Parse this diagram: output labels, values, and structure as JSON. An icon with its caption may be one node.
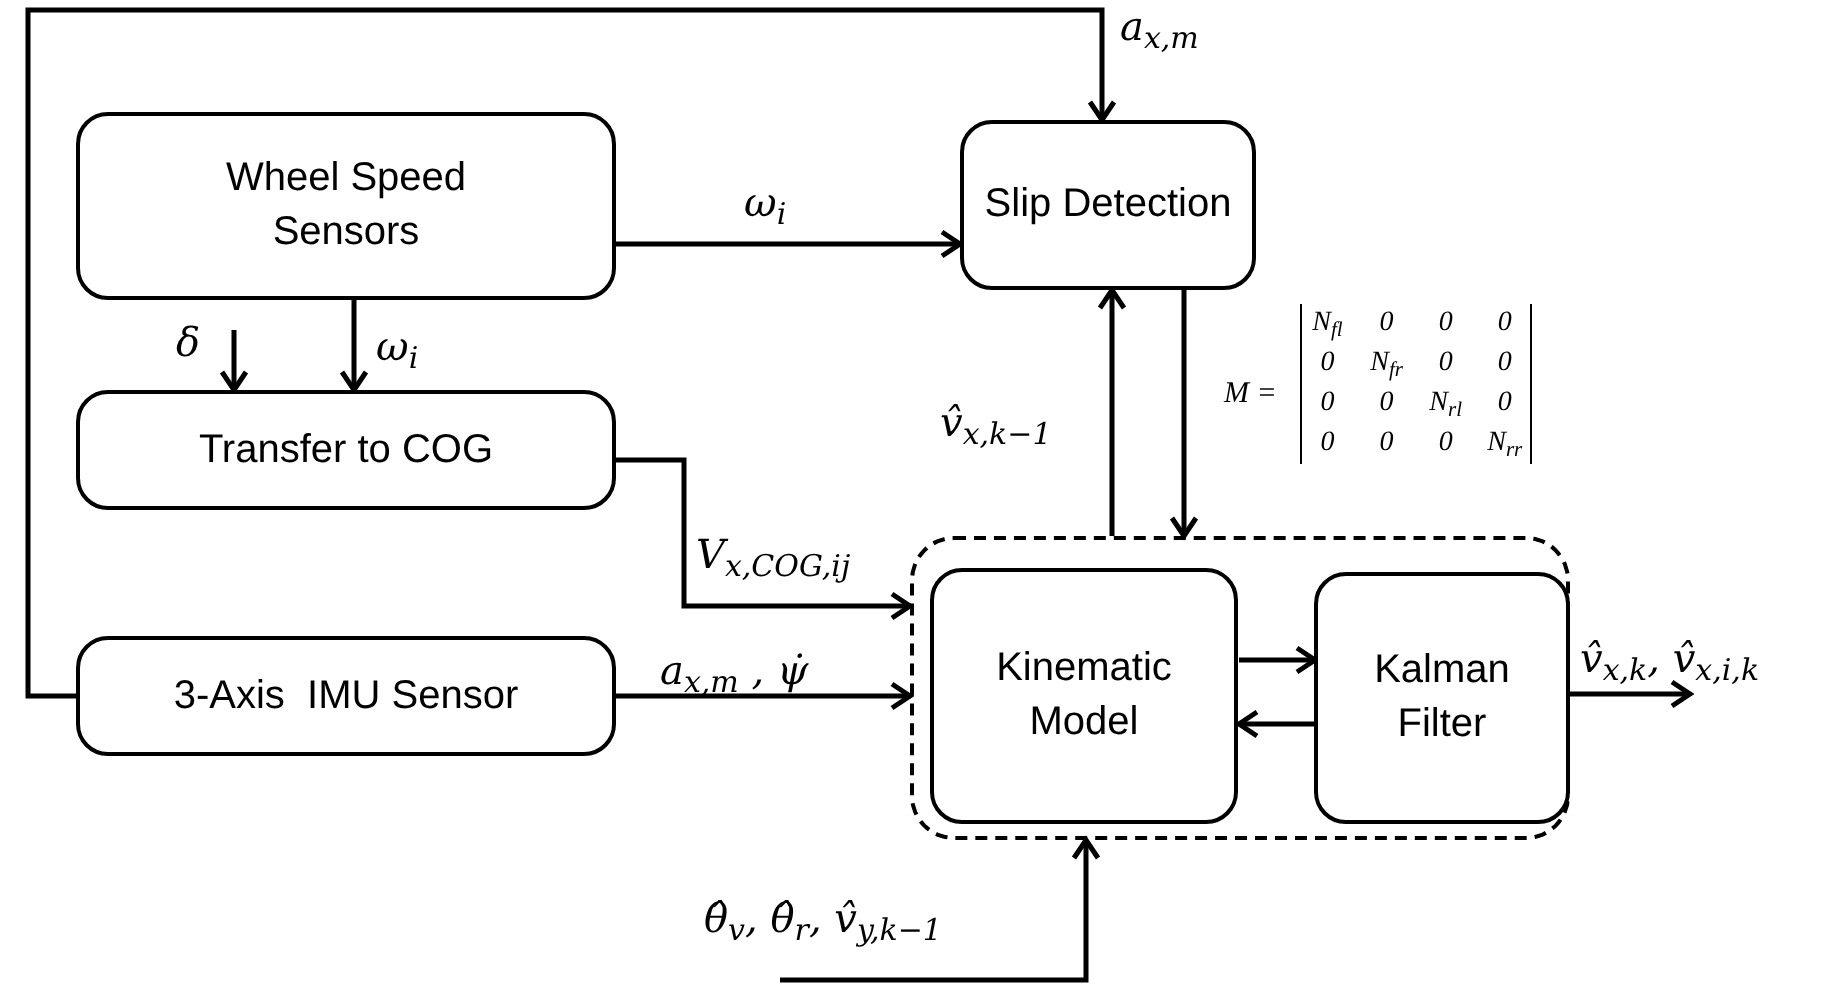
{
  "diagram": {
    "nodes": [
      {
        "text": [
          "Wheel Speed Sensors"
        ]
      },
      {
        "text": [
          "Slip Detection"
        ]
      },
      {
        "text": [
          "Transfer to COG"
        ]
      },
      {
        "text": [
          "3-Axis  IMU Sensor"
        ]
      },
      {
        "text": [],
        "shape": "box"
      },
      {
        "text": [
          "Kinematic Model"
        ],
        "in": 4
      },
      {
        "text": [
          "Kalman Filter"
        ],
        "in": 4
      }
    ],
    "edges": [
      {
        "from": 0,
        "to": 1,
        "arrow": "to",
        "label": "ω$_{i}$"
      },
      {
        "from": 0,
        "to": 2,
        "arrow": "to",
        "label": "ω$_{i}$"
      },
      {
        "from": null,
        "to": 2,
        "arrow": "to",
        "label": "δ"
      },
      {
        "from": 3,
        "to": 1,
        "arrow": "to",
        "label": "a$_{x,m}$"
      },
      {
        "from": 2,
        "to": 4,
        "arrow": "to",
        "label": "V$_{x,COG,ij}$"
      },
      {
        "from": 3,
        "to": 4,
        "arrow": "to",
        "label": "a$_{x,m}$ , ψ̇"
      },
      {
        "from": 4,
        "to": 1,
        "arrow": "to",
        "label": "v̂$_{x,k−1}$"
      },
      {
        "from": 1,
        "to": 4,
        "arrow": "to"
      },
      {
        "from": 5,
        "to": 6,
        "arrow": "to"
      },
      {
        "from": 6,
        "to": 5,
        "arrow": "to"
      },
      {
        "from": 4,
        "to": null,
        "arrow": "to",
        "label": "v̂$_{x,k}$, v̂$_{x,i,k}$"
      },
      {
        "from": null,
        "to": 4,
        "arrow": "to",
        "label": "θ̂$_{v}$, θ̂$_{r}$, v̂$_{y,k−1}$"
      }
    ],
    "labels": [
      "M =",
      "N$_{fl}$",
      "0",
      "0",
      "0",
      "0",
      "N$_{fr}$",
      "0",
      "0",
      "0",
      "0",
      "N$_{rl}$",
      "0",
      "0",
      "0",
      "0",
      "N$_{rr}$"
    ]
  }
}
